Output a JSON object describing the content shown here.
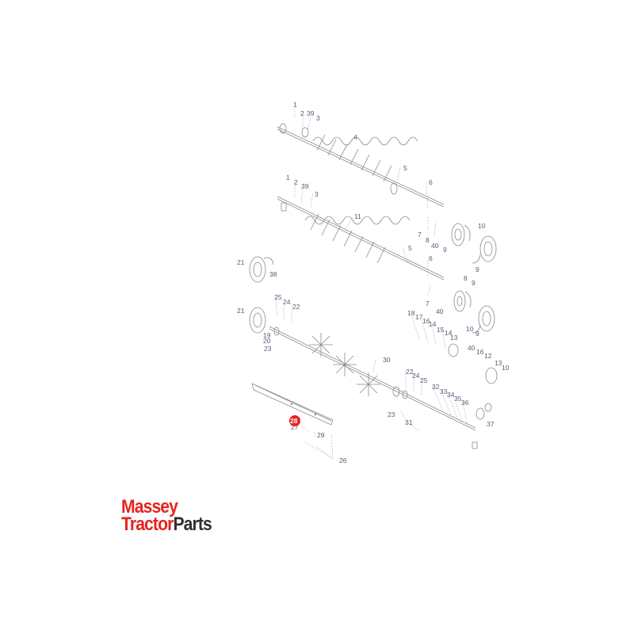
{
  "callouts": {
    "c1a": "1",
    "c2a": "2",
    "c39a": "39",
    "c3a": "3",
    "c4": "4",
    "c5a": "5",
    "c6a": "6",
    "c1b": "1",
    "c2b": "2",
    "c39b": "39",
    "c3b": "3",
    "c11": "11",
    "c7a": "7",
    "c8a": "8",
    "c40a": "40",
    "c9a": "9",
    "c10a": "10",
    "c9b": "9",
    "c21a": "21",
    "c38": "38",
    "c5b": "5",
    "c6b": "6",
    "c8b": "8",
    "c9c": "9",
    "c7b": "7",
    "c40b": "40",
    "c21b": "21",
    "c25a": "25",
    "c24a": "24",
    "c22a": "22",
    "c18": "18",
    "c17": "17",
    "c16a": "16",
    "c14": "14",
    "c15": "15",
    "c14b": "14",
    "c13a": "13",
    "c19": "19",
    "c20": "20",
    "c23a": "23",
    "c10b": "10",
    "c9d": "9",
    "c40c": "40",
    "c16b": "16",
    "c12": "12",
    "c13b": "13",
    "c10c": "10",
    "c30": "30",
    "c22b": "22",
    "c24b": "24",
    "c25b": "25",
    "c32": "32",
    "c33": "33",
    "c34": "34",
    "c35": "35",
    "c36": "36",
    "c23b": "23",
    "c31": "31",
    "c37": "37",
    "c28": "28",
    "c27": "27",
    "c29": "29",
    "c26": "26"
  },
  "colors": {
    "highlight": "#e6231f",
    "label": "#5a5a7a",
    "line": "#8a8a8a"
  },
  "logo": {
    "line1": "Massey",
    "line2a": "Tractor",
    "line2b": "Parts"
  }
}
